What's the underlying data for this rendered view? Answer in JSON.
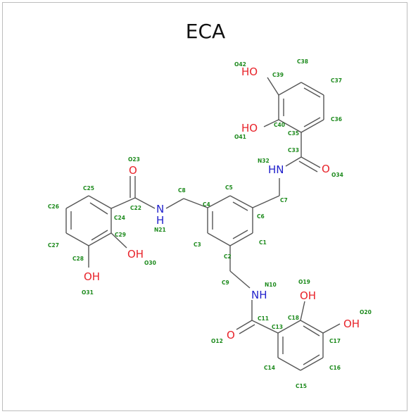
{
  "title": "ECA",
  "colors": {
    "bond": "#555555",
    "oxygen": "#e8232a",
    "nitrogen": "#2222cc",
    "label": "#1c8a1c",
    "title": "#111111"
  },
  "atoms": {
    "O42": "O42",
    "C39": "C39",
    "C38": "C38",
    "C37": "C37",
    "C40": "C40",
    "C36": "C36",
    "C35": "C35",
    "O41": "O41",
    "C33": "C33",
    "N32": "N32",
    "O34": "O34",
    "C7": "C7",
    "C6": "C6",
    "C5": "C5",
    "C4": "C4",
    "C8": "C8",
    "N21": "N21",
    "C22": "C22",
    "O23": "O23",
    "C24": "C24",
    "C25": "C25",
    "C26": "C26",
    "C27": "C27",
    "C28": "C28",
    "C29": "C29",
    "O30": "O30",
    "O31": "O31",
    "C3": "C3",
    "C2": "C2",
    "C1": "C1",
    "C9": "C9",
    "N10": "N10",
    "C11": "C11",
    "O12": "O12",
    "C13": "C13",
    "C14": "C14",
    "C15": "C15",
    "C16": "C16",
    "C17": "C17",
    "C18": "C18",
    "O19": "O19",
    "O20": "O20"
  },
  "symbols": {
    "HO": "HO",
    "OH": "OH",
    "O": "O",
    "HN": "HN",
    "H": "H",
    "N": "N",
    "NH": "NH"
  }
}
